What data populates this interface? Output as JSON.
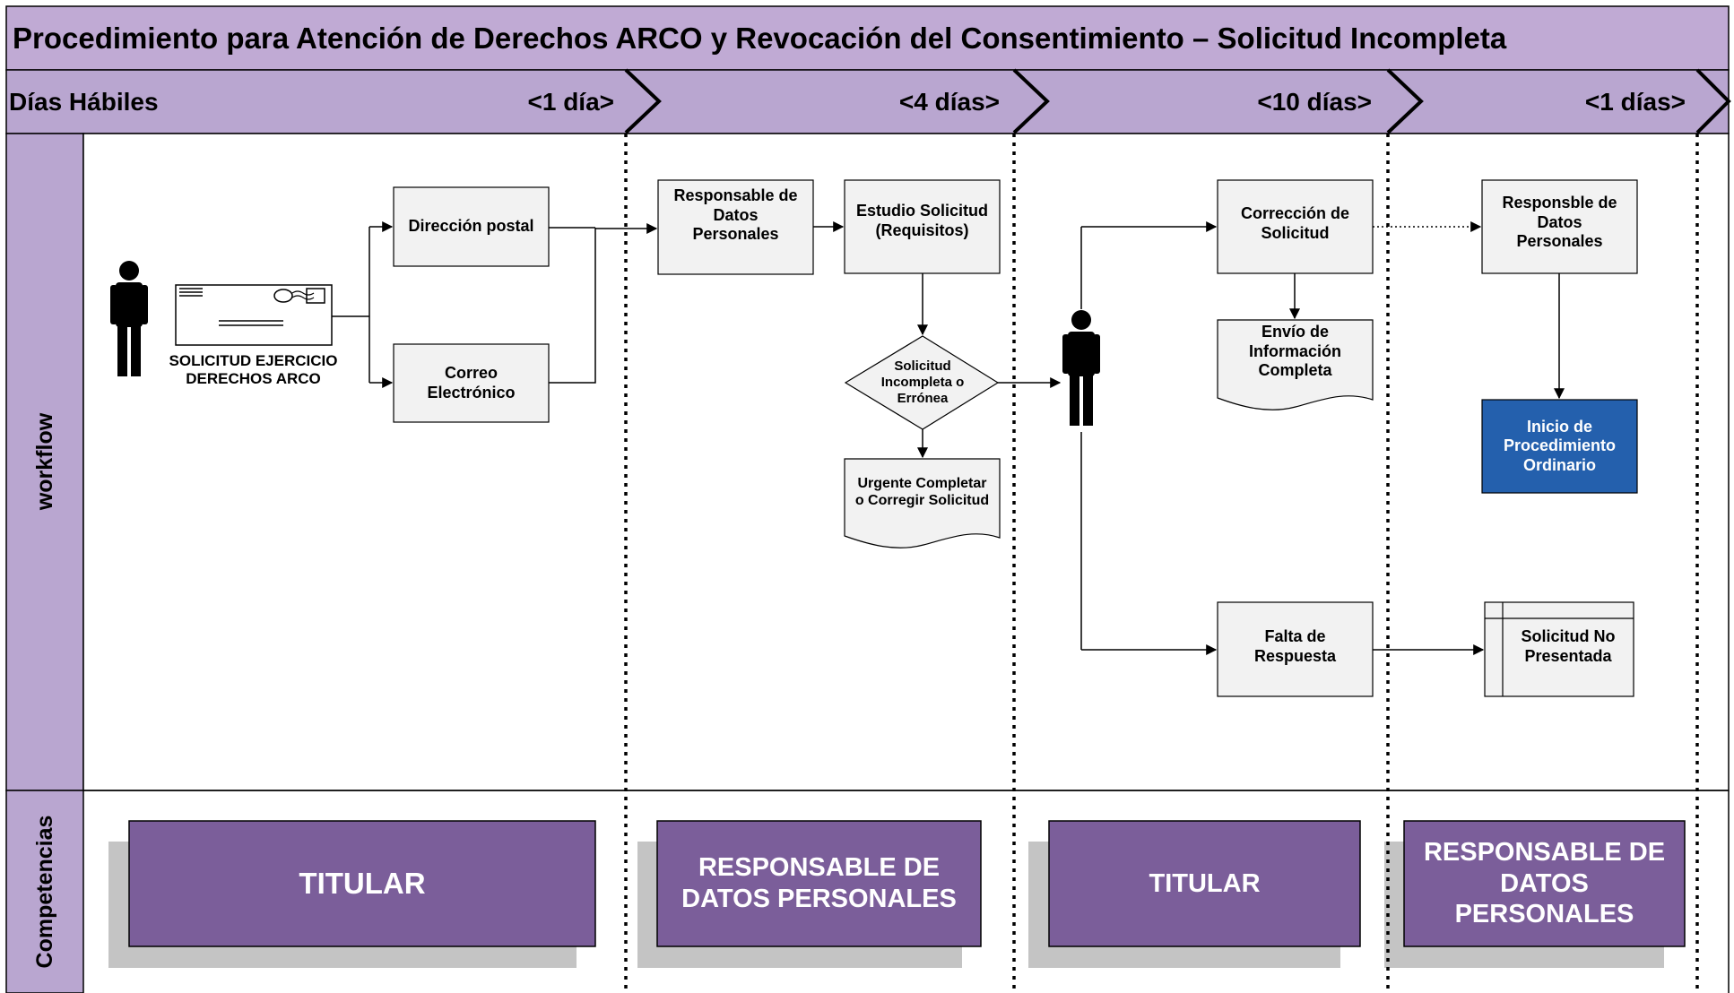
{
  "title": "Procedimiento para Atención de Derechos ARCO y Revocación del Consentimiento – Solicitud Incompleta",
  "header_label": "Días Hábiles",
  "phases": [
    {
      "label": "<1 día>"
    },
    {
      "label": "<4 días>"
    },
    {
      "label": "<10 días>"
    },
    {
      "label": "<1 días>"
    }
  ],
  "rows": {
    "workflow": "workflow",
    "competencias": "Competencias"
  },
  "nodes": {
    "solicitud": "SOLICITUD EJERCICIO\nDERECHOS ARCO",
    "direccion_postal": "Dirección postal",
    "correo": "Correo\nElectrónico",
    "responsable1": "Responsable de\nDatos\nPersonales",
    "estudio": "Estudio Solicitud\n(Requisitos)",
    "decision": "Solicitud\nIncompleta o\nErrónea",
    "urgente": "Urgente Completar\no Corregir Solicitud",
    "correccion": "Corrección de\nSolicitud",
    "envio": "Envío de\nInformación\nCompleta",
    "falta": "Falta de\nRespuesta",
    "responsable2": "Responsble de\nDatos\nPersonales",
    "inicio": "Inicio de\nProcedimiento\nOrdinario",
    "no_presentada": "Solicitud No\nPresentada"
  },
  "competencias": [
    {
      "label": "TITULAR"
    },
    {
      "label": "RESPONSABLE DE\nDATOS PERSONALES"
    },
    {
      "label": "TITULAR"
    },
    {
      "label": "RESPONSABLE DE\nDATOS\nPERSONALES"
    }
  ],
  "colors": {
    "header_purple": "#c0aad4",
    "band_purple": "#b9a6d0",
    "role_purple": "#7b5e9a",
    "role_shadow": "#c4c4c4",
    "box_fill": "#f2f2f2",
    "blue_box": "#2460ad"
  }
}
